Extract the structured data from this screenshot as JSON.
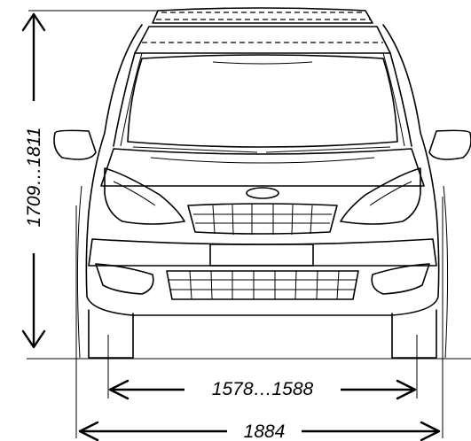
{
  "dimensions": {
    "height_label": "1709…1811",
    "track_label": "1578…1588",
    "width_label": "1884"
  }
}
